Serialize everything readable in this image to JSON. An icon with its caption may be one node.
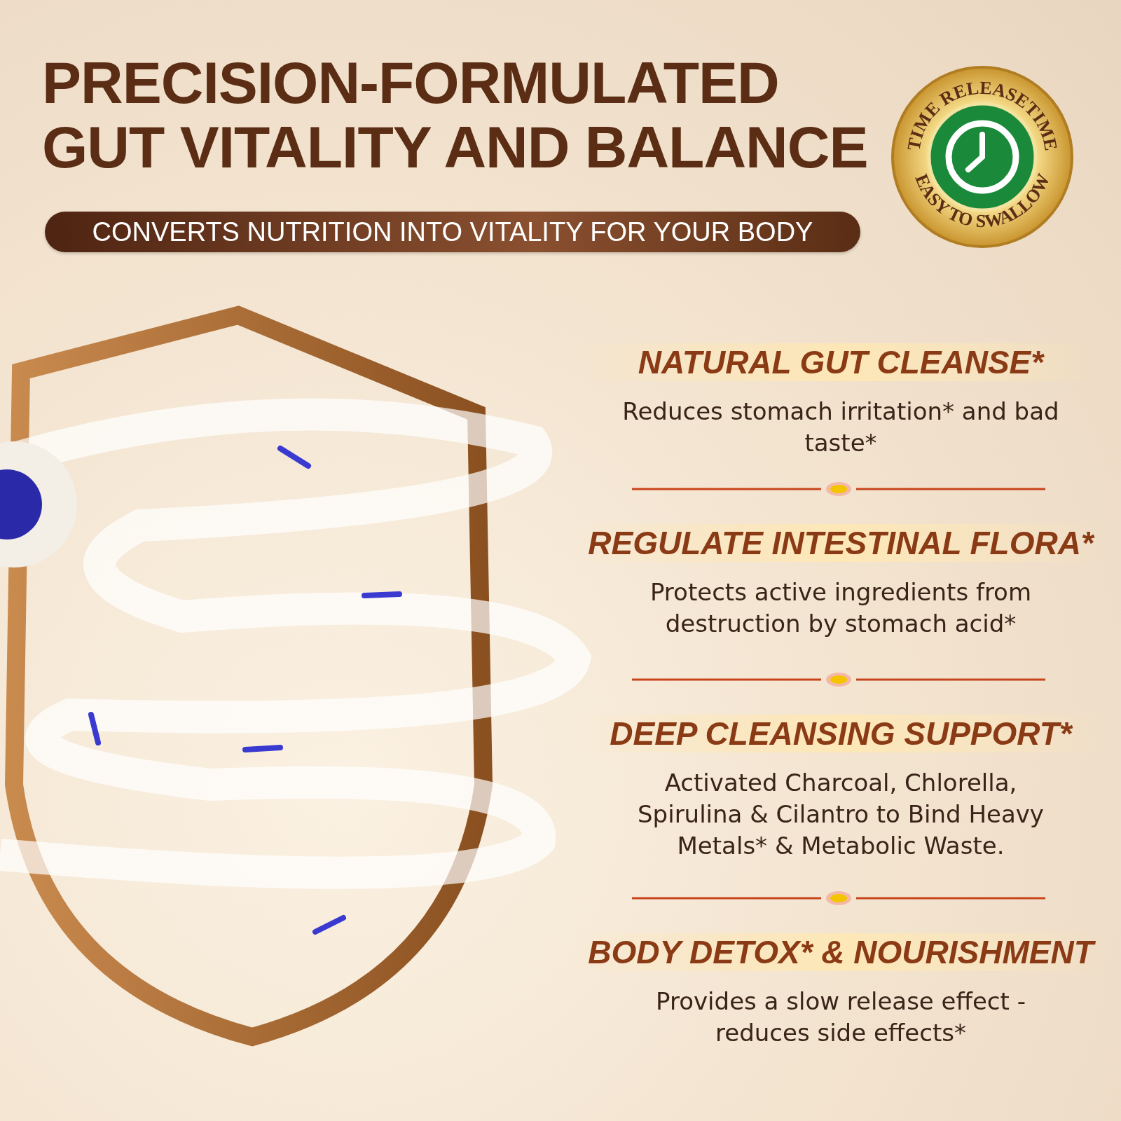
{
  "diagram": {
    "title": "PRECISION-FORMULATED GUT VITALITY AND BALANCE",
    "labels": [
      "CONVERTS NUTRITION INTO VITALITY FOR YOUR BODY",
      "TIME RELEASETIME",
      "EASY TO SWALLOW",
      "NATURAL GUT CLEANSE*",
      "Reduces stomach irritation* and bad taste*",
      "REGULATE INTESTINAL FLORA*",
      "Protects active ingredients from destruction by stomach acid*",
      "DEEP CLEANSING SUPPORT*",
      "Activated Charcoal, Chlorella, Spirulina & Cilantro to Bind Heavy Metals* & Metabolic Waste.",
      "BODY DETOX* & NOURISHMENT",
      "Provides a slow release effect - reduces side effects*"
    ]
  }
}
